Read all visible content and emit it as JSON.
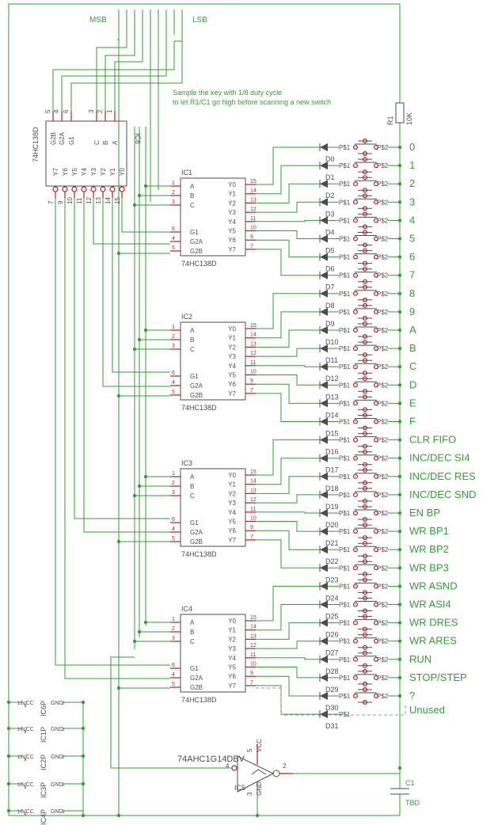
{
  "labels": {
    "msb": "MSB",
    "lsb": "LSB",
    "note_line1": "Sample the key with 1/8 duty cycle",
    "note_line2": "to let R1/C1 go high before scanning a new switch",
    "r1_name": "R1",
    "r1_value": "10K",
    "c1_name": "C1",
    "c1_value": "TBD",
    "ic5_part": "74AHC1G14DBV",
    "ic5_name": "IC5",
    "ic6_part": "74HC138D",
    "ic6_name": "IC6",
    "unused": "Unused"
  },
  "decoders": [
    {
      "name": "IC1",
      "part": "74HC138D"
    },
    {
      "name": "IC2",
      "part": "74HC138D"
    },
    {
      "name": "IC3",
      "part": "74HC138D"
    },
    {
      "name": "IC4",
      "part": "74HC138D"
    }
  ],
  "decoder_pins_left": [
    {
      "num": "1",
      "name": "A"
    },
    {
      "num": "2",
      "name": "B"
    },
    {
      "num": "3",
      "name": "C"
    },
    {
      "num": "6",
      "name": "G1"
    },
    {
      "num": "4",
      "name": "G2A"
    },
    {
      "num": "5",
      "name": "G2B"
    }
  ],
  "decoder_pins_right": [
    {
      "num": "15",
      "name": "Y0"
    },
    {
      "num": "14",
      "name": "Y1"
    },
    {
      "num": "13",
      "name": "Y2"
    },
    {
      "num": "12",
      "name": "Y3"
    },
    {
      "num": "11",
      "name": "Y4"
    },
    {
      "num": "10",
      "name": "Y5"
    },
    {
      "num": "9",
      "name": "Y6"
    },
    {
      "num": "7",
      "name": "Y7"
    }
  ],
  "ic6_top_pins": [
    "5",
    "4",
    "6",
    "3",
    "2",
    "1"
  ],
  "ic6_top_names": [
    "G2B",
    "G2A",
    "G1",
    "C",
    "B",
    "A"
  ],
  "ic6_bottom_pins": [
    "7",
    "9",
    "10",
    "11",
    "12",
    "13",
    "14",
    "15"
  ],
  "ic6_bottom_names": [
    "Y7",
    "Y6",
    "Y5",
    "Y4",
    "Y3",
    "Y2",
    "Y1",
    "Y0"
  ],
  "diodes": [
    "D0",
    "D1",
    "D2",
    "D3",
    "D4",
    "D5",
    "D6",
    "D7",
    "D8",
    "D9",
    "D10",
    "D11",
    "D12",
    "D13",
    "D14",
    "D15",
    "D16",
    "D17",
    "D18",
    "D19",
    "D20",
    "D21",
    "D22",
    "D23",
    "D24",
    "D25",
    "D26",
    "D27",
    "D28",
    "D29",
    "D30",
    "D31"
  ],
  "switch_pin1": "P$1",
  "switch_pin2": "P$2",
  "keys": [
    "0",
    "1",
    "2",
    "3",
    "4",
    "5",
    "6",
    "7",
    "8",
    "9",
    "A",
    "B",
    "C",
    "D",
    "E",
    "F",
    "CLR FIFO",
    "INC/DEC SI4",
    "INC/DEC RES",
    "INC/DEC SND",
    "EN BP",
    "WR BP1",
    "WR BP2",
    "WR BP3",
    "WR ASND",
    "WR ASI4",
    "WR DRES",
    "WR ARES",
    "RUN",
    "STOP/STEP",
    "?"
  ],
  "power_blocks": [
    {
      "name": "IC6P",
      "vcc": "VCC",
      "gnd": "GND",
      "vcc_pin": "16",
      "gnd_pin": "8"
    },
    {
      "name": "IC1P",
      "vcc": "VCC",
      "gnd": "GND",
      "vcc_pin": "16",
      "gnd_pin": "8"
    },
    {
      "name": "IC2P",
      "vcc": "VCC",
      "gnd": "GND",
      "vcc_pin": "16",
      "gnd_pin": "8"
    },
    {
      "name": "IC3P",
      "vcc": "VCC",
      "gnd": "GND",
      "vcc_pin": "16",
      "gnd_pin": "8"
    },
    {
      "name": "IC4P",
      "vcc": "VCC",
      "gnd": "GND",
      "vcc_pin": "16",
      "gnd_pin": "8"
    }
  ],
  "ic5_pins": {
    "in": "4",
    "out": "2",
    "vcc": "5",
    "gnd": "3",
    "vcc_name": "VCC",
    "gnd_name": "GND"
  },
  "colors": {
    "wire": "#3a9a3a",
    "part": "#4d4d4d",
    "pin": "#b02020"
  }
}
